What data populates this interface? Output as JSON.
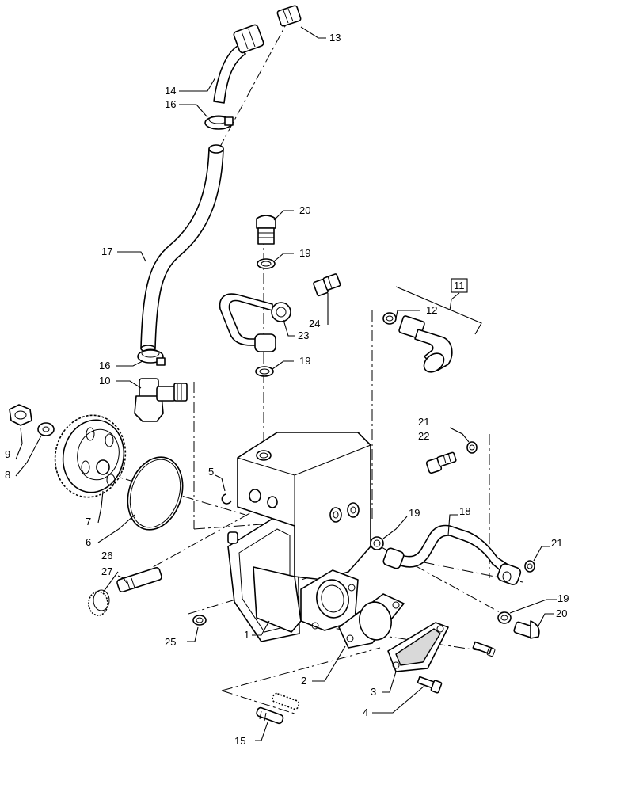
{
  "callouts": {
    "c1": "1",
    "c2": "2",
    "c3": "3",
    "c4": "4",
    "c5": "5",
    "c6": "6",
    "c7": "7",
    "c8": "8",
    "c9": "9",
    "c10": "10",
    "c11": "11",
    "c12": "12",
    "c13": "13",
    "c14": "14",
    "c15": "15",
    "c16a": "16",
    "c16b": "16",
    "c17": "17",
    "c18": "18",
    "c19a": "19",
    "c19b": "19",
    "c19c": "19",
    "c19d": "19",
    "c20a": "20",
    "c20b": "20",
    "c21a": "21",
    "c21b": "21",
    "c22": "22",
    "c23": "23",
    "c24": "24",
    "c25": "25",
    "c26": "26",
    "c27": "27"
  }
}
